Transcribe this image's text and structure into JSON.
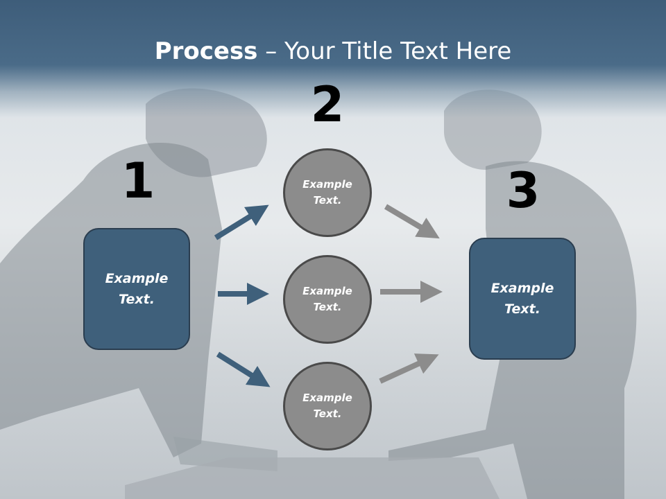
{
  "slide": {
    "title_bold": "Process",
    "title_rest": " – Your Title Text Here"
  },
  "steps": {
    "one": "1",
    "two": "2",
    "three": "3"
  },
  "left_box": {
    "line1": "Example",
    "line2": "Text."
  },
  "right_box": {
    "line1": "Example",
    "line2": "Text."
  },
  "circles": [
    {
      "line1": "Example",
      "line2": "Text."
    },
    {
      "line1": "Example",
      "line2": "Text."
    },
    {
      "line1": "Example",
      "line2": "Text."
    }
  ],
  "colors": {
    "box_fill": "#3f607b",
    "circle_fill": "#8c8c8c",
    "arrow_blue": "#3f607b",
    "arrow_gray": "#8c8c8c",
    "header": "#4a6b88"
  }
}
